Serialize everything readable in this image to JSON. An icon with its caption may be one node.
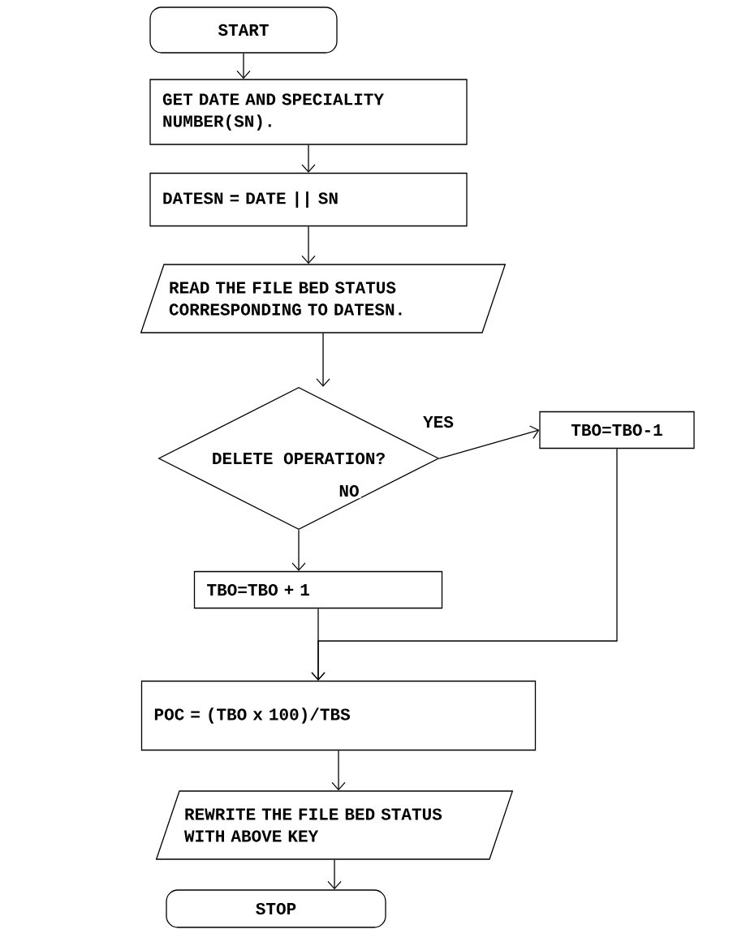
{
  "diagram": {
    "nodes": [
      {
        "text": [
          "START"
        ]
      },
      {
        "text": [
          "GET DATE AND SPECIALITY NUMBER(SN)."
        ]
      },
      {
        "text": [
          "DATESN = DATE || SN"
        ]
      },
      {
        "text": [
          "READ THE FILE BED STATUS CORRESPONDING TO DATESN."
        ]
      },
      {
        "text": [
          "DELETE OPERATION?"
        ]
      },
      {
        "text": [
          "TBO=TBO + 1"
        ]
      },
      {
        "text": [
          "TBO=TBO-1"
        ]
      },
      {
        "text": [
          "POC = (TBO x 100)/TBS"
        ]
      },
      {
        "text": [
          "REWRITE THE FILE BED STATUS WITH ABOVE KEY"
        ]
      },
      {
        "text": [
          "STOP"
        ]
      }
    ],
    "edges": [
      {
        "from": 0,
        "to": 1,
        "arrow": "to"
      },
      {
        "from": 1,
        "to": 2,
        "arrow": "to"
      },
      {
        "from": 2,
        "to": 3,
        "arrow": "to"
      },
      {
        "from": 3,
        "to": 4,
        "arrow": "to"
      },
      {
        "from": 4,
        "to": 6,
        "arrow": "to",
        "label": "YES"
      },
      {
        "from": 4,
        "to": 5,
        "arrow": "to",
        "label": "NO"
      },
      {
        "from": 6,
        "to": 7,
        "arrow": "to"
      },
      {
        "from": 5,
        "to": 7,
        "arrow": "to"
      },
      {
        "from": 7,
        "to": 8,
        "arrow": "to"
      },
      {
        "from": 8,
        "to": 9,
        "arrow": "to"
      }
    ]
  }
}
